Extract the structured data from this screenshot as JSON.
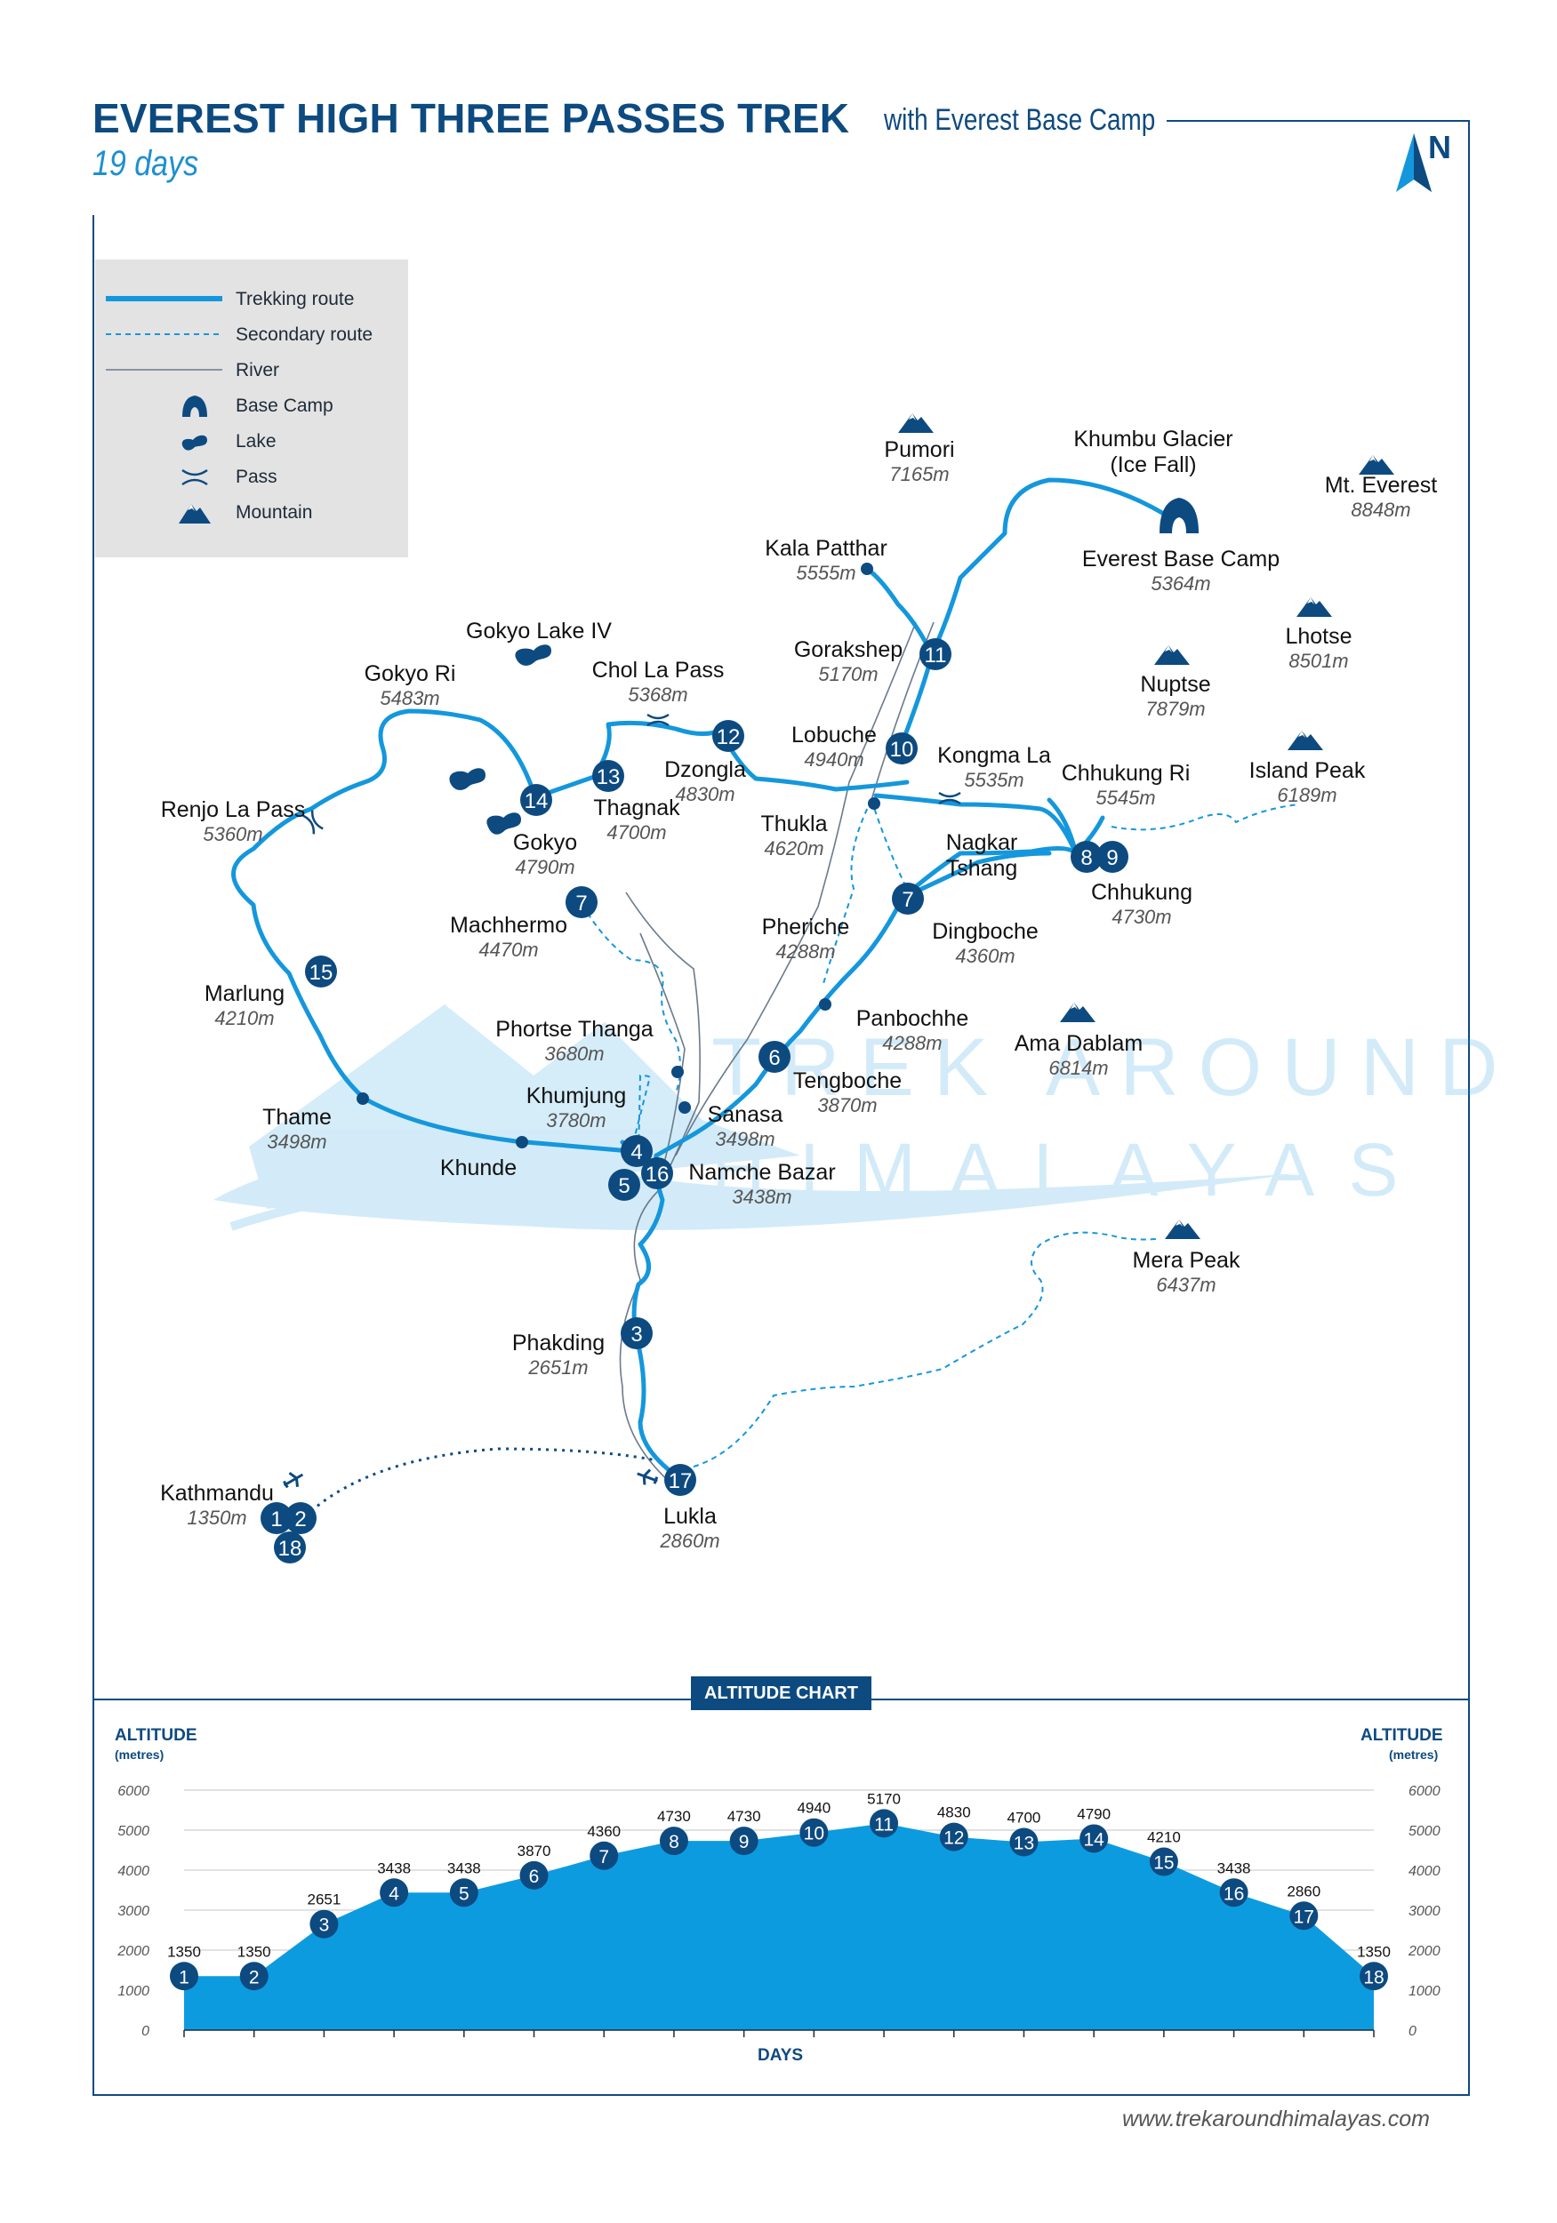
{
  "title": {
    "main": "EVEREST HIGH THREE PASSES TREK",
    "sub": "with Everest Base Camp",
    "days": "19 days",
    "north": "N"
  },
  "legend": {
    "items": [
      {
        "label": "Trekking route",
        "icon": "trekking-route-line"
      },
      {
        "label": "Secondary route",
        "icon": "secondary-route-dashed-line"
      },
      {
        "label": "River",
        "icon": "river-line"
      },
      {
        "label": "Base Camp",
        "icon": "tent-icon"
      },
      {
        "label": "Lake",
        "icon": "lake-icon"
      },
      {
        "label": "Pass",
        "icon": "pass-icon"
      },
      {
        "label": "Mountain",
        "icon": "mountain-icon"
      }
    ]
  },
  "watermark": {
    "line1": "TREK AROUND",
    "line2": "HIMALAYAS"
  },
  "places": {
    "pumori": {
      "name": "Pumori",
      "alt": "7165m"
    },
    "khumbu_glacier": {
      "name1": "Khumbu Glacier",
      "name2": "(Ice Fall)"
    },
    "everest": {
      "name": "Mt. Everest",
      "alt": "8848m"
    },
    "kala_patthar": {
      "name": "Kala Patthar",
      "alt": "5555m"
    },
    "ebc": {
      "name": "Everest Base Camp",
      "alt": "5364m"
    },
    "gorakshep": {
      "name": "Gorakshep",
      "alt": "5170m"
    },
    "lhotse": {
      "name": "Lhotse",
      "alt": "8501m"
    },
    "nuptse": {
      "name": "Nuptse",
      "alt": "7879m"
    },
    "gokyo_lake": {
      "name": "Gokyo Lake IV"
    },
    "chol_la": {
      "name": "Chol La Pass",
      "alt": "5368m"
    },
    "gokyo_ri": {
      "name": "Gokyo Ri",
      "alt": "5483m"
    },
    "lobuche": {
      "name": "Lobuche",
      "alt": "4940m"
    },
    "kongma_la": {
      "name": "Kongma La",
      "alt": "5535m"
    },
    "island_peak": {
      "name": "Island Peak",
      "alt": "6189m"
    },
    "dzongla": {
      "name": "Dzongla",
      "alt": "4830m"
    },
    "chhukung_ri": {
      "name": "Chhukung Ri",
      "alt": "5545m"
    },
    "renjo_la": {
      "name": "Renjo La Pass",
      "alt": "5360m"
    },
    "thagnak": {
      "name": "Thagnak",
      "alt": "4700m"
    },
    "thukla": {
      "name": "Thukla",
      "alt": "4620m"
    },
    "gokyo": {
      "name": "Gokyo",
      "alt": "4790m"
    },
    "nagkar": {
      "name1": "Nagkar",
      "name2": "Tshang"
    },
    "chhukung": {
      "name": "Chhukung",
      "alt": "4730m"
    },
    "machhermo": {
      "name": "Machhermo",
      "alt": "4470m"
    },
    "pheriche": {
      "name": "Pheriche",
      "alt": "4288m"
    },
    "dingboche": {
      "name": "Dingboche",
      "alt": "4360m"
    },
    "marlung": {
      "name": "Marlung",
      "alt": "4210m"
    },
    "panbochhe": {
      "name": "Panbochhe",
      "alt": "4288m"
    },
    "ama_dablam": {
      "name": "Ama Dablam",
      "alt": "6814m"
    },
    "phortse": {
      "name": "Phortse Thanga",
      "alt": "3680m"
    },
    "tengboche": {
      "name": "Tengboche",
      "alt": "3870m"
    },
    "khumjung": {
      "name": "Khumjung",
      "alt": "3780m"
    },
    "sanasa": {
      "name": "Sanasa",
      "alt": "3498m"
    },
    "thame": {
      "name": "Thame",
      "alt": "3498m"
    },
    "khunde": {
      "name": "Khunde"
    },
    "namche": {
      "name": "Namche Bazar",
      "alt": "3438m"
    },
    "mera": {
      "name": "Mera Peak",
      "alt": "6437m"
    },
    "phakding": {
      "name": "Phakding",
      "alt": "2651m"
    },
    "kathmandu": {
      "name": "Kathmandu",
      "alt": "1350m"
    },
    "lukla": {
      "name": "Lukla",
      "alt": "2860m"
    }
  },
  "day_markers": {
    "d1": "1",
    "d2": "2",
    "d3": "3",
    "d4": "4",
    "d5": "5",
    "d6": "6",
    "d7a": "7",
    "d7b": "7",
    "d8": "8",
    "d9": "9",
    "d10": "10",
    "d11": "11",
    "d12": "12",
    "d13": "13",
    "d14": "14",
    "d15": "15",
    "d16": "16",
    "d17": "17",
    "d18": "18"
  },
  "colors": {
    "route": "#1497dc",
    "navy": "#0d4a80",
    "secondary": "#1497dc",
    "river": "#6a7a8c",
    "chart_fill": "#0d9be0"
  },
  "chart_data": {
    "type": "area",
    "title": "ALTITUDE CHART",
    "ylabel": "ALTITUDE",
    "yunit": "(metres)",
    "xlabel": "DAYS",
    "ylim": [
      0,
      6000
    ],
    "yticks": [
      "0",
      "1000",
      "2000",
      "3000",
      "4000",
      "5000",
      "6000"
    ],
    "days": [
      "1",
      "2",
      "3",
      "4",
      "5",
      "6",
      "7",
      "8",
      "9",
      "10",
      "11",
      "12",
      "13",
      "14",
      "15",
      "16",
      "17",
      "18"
    ],
    "values": [
      1350,
      1350,
      2651,
      3438,
      3438,
      3870,
      4360,
      4730,
      4730,
      4940,
      5170,
      4830,
      4700,
      4790,
      4210,
      3438,
      2860,
      1350
    ],
    "grid": true
  },
  "footer": "www.trekaroundhimalayas.com"
}
